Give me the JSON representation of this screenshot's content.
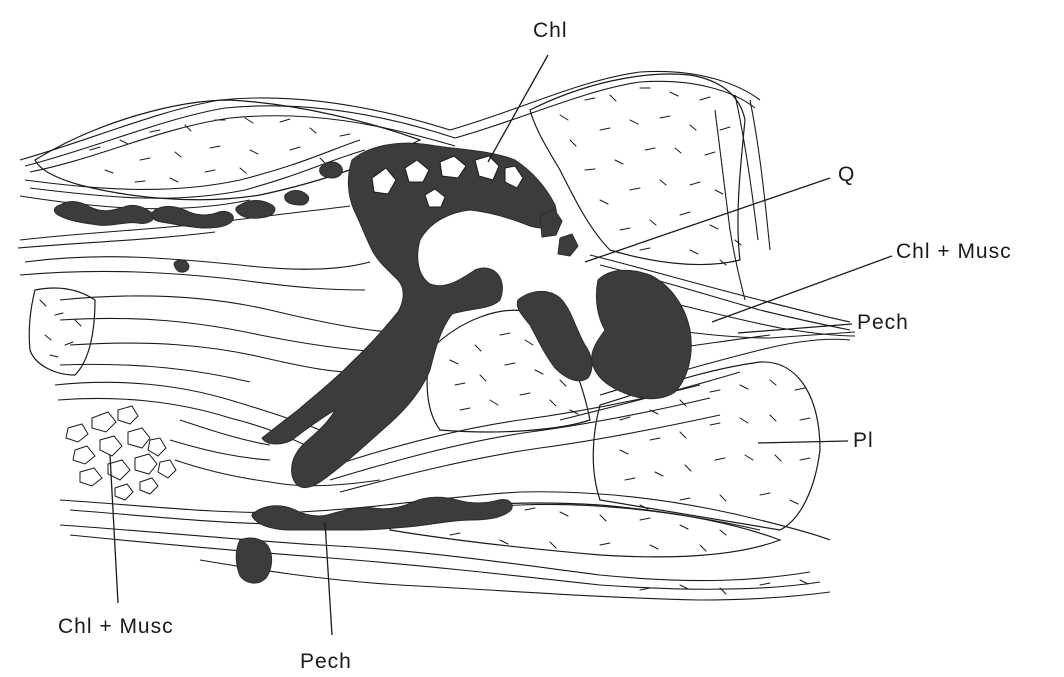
{
  "labels": {
    "chl_top": "Chl",
    "q": "Q",
    "chl_musc_right": "Chl + Musc",
    "pech_right": "Pech",
    "pl": "Pl",
    "chl_musc_left": "Chl + Musc",
    "pech_bottom": "Pech"
  },
  "colors": {
    "ink": "#1a1a1a",
    "fill_dark": "#3a3d3c",
    "paper": "#ffffff"
  }
}
